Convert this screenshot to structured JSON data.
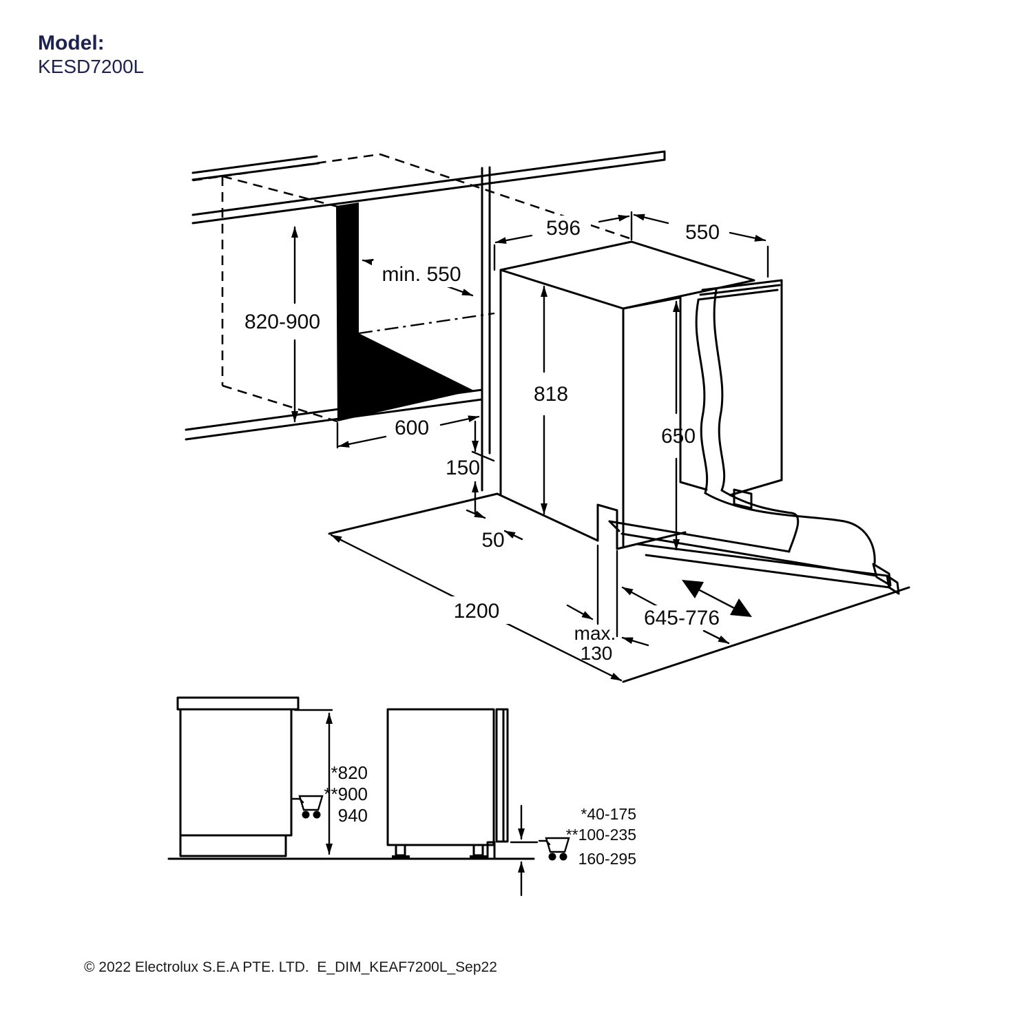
{
  "header": {
    "model_label": "Model:",
    "model_number": "KESD7200L"
  },
  "colors": {
    "brand_navy": "#1c2150",
    "line_color": "#000000"
  },
  "main_diagram": {
    "labels": {
      "niche_depth": "min. 550",
      "niche_height": "820-900",
      "niche_width": "600",
      "unit_width": "596",
      "unit_depth": "550",
      "unit_height": "818",
      "door_inner_height": "650",
      "plinth_height": "150",
      "side_gap": "50",
      "front_clearance": "1200",
      "plinth_recess_line1": "max.",
      "plinth_recess_line2": "130",
      "door_slide_range": "645-776"
    }
  },
  "side_views": {
    "cabinet_heights": [
      "*820",
      "**900",
      "940"
    ],
    "foot_ranges": [
      "*40-175",
      "**100-235",
      "160-295"
    ]
  },
  "icons": {
    "cart_left": "cart-icon",
    "cart_right": "cart-icon"
  },
  "footer": {
    "copyright": "© 2022 Electrolux S.E.A PTE. LTD.  E_DIM_KEAF7200L_Sep22"
  }
}
